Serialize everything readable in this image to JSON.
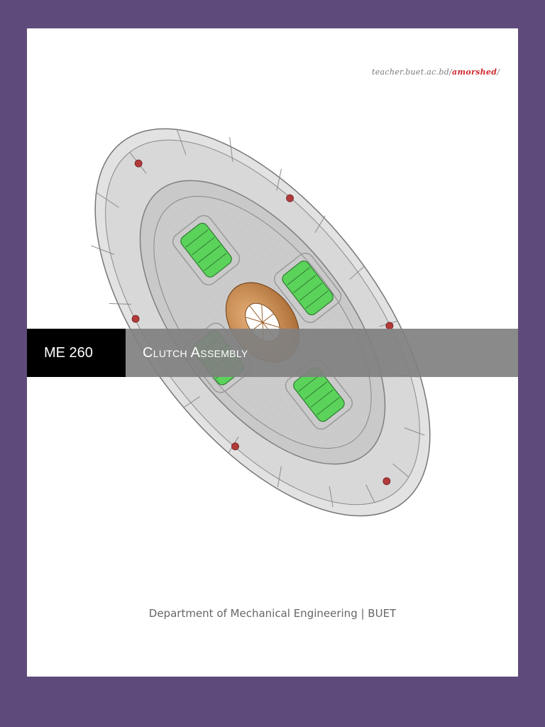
{
  "header": {
    "url_prefix": "teacher.buet.ac.bd/",
    "url_highlight": "amorshed",
    "url_suffix": "/"
  },
  "title_band": {
    "course_code": "ME 260",
    "title": "Clutch Assembly"
  },
  "footer": {
    "text": "Department of Mechanical Engineering | BUET"
  },
  "colors": {
    "frame": "#5f4b7b",
    "page": "#ffffff",
    "code_band": "#000000",
    "title_band": "#808080",
    "url_highlight": "#d0282e",
    "spring_green": "#5bd35b",
    "hub_copper": "#c98a4b",
    "disc_gray": "#d4d4d4"
  },
  "illustration": {
    "subject": "clutch-disc-cutaway",
    "icon": "clutch-disc-icon"
  }
}
